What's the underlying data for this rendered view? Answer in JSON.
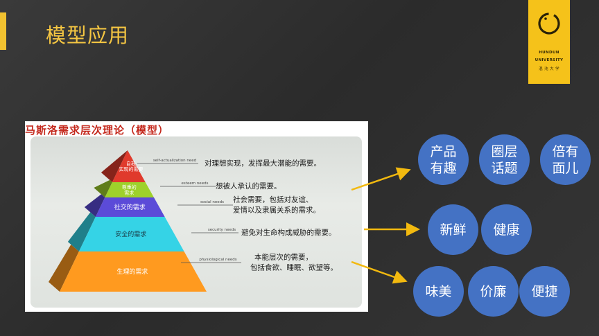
{
  "title": "模型应用",
  "logo": {
    "line1": "HUNDUN",
    "line2": "UNIVERSITY",
    "line3": "混 沌 大 学"
  },
  "card": {
    "title": "马斯洛需求层次理论（模型）",
    "levels": [
      {
        "label": "自我\n实现的需要",
        "en": "self-actualization need",
        "desc": "对理想实现，发挥最大潜能的需要。",
        "color": "#e03a2c"
      },
      {
        "label": "尊重的\n需求",
        "en": "esteem needs",
        "desc": "想被人承认的需要。",
        "color": "#9ed12b"
      },
      {
        "label": "社交的需求",
        "en": "social needs",
        "desc": "社会需要，包括对友谊、\n爱情以及隶属关系的需求。",
        "color": "#5b4bd8"
      },
      {
        "label": "安全的需求",
        "en": "security needs",
        "desc": "避免对生命构成威胁的需要。",
        "color": "#35d3e6"
      },
      {
        "label": "生理的需求",
        "en": "physiological needs",
        "desc": "本能层次的需要，\n包括食欲、睡眠、欲望等。",
        "color": "#ff9a1f"
      }
    ]
  },
  "bubbles": [
    {
      "text": "产品\n有趣"
    },
    {
      "text": "圈层\n话题"
    },
    {
      "text": "倍有\n面儿"
    },
    {
      "text": "新鲜"
    },
    {
      "text": "健康"
    },
    {
      "text": "味美"
    },
    {
      "text": "价廉"
    },
    {
      "text": "便捷"
    }
  ],
  "colors": {
    "accent": "#f5c642",
    "bubble": "#4472c4",
    "arrow": "#f2b90f"
  }
}
